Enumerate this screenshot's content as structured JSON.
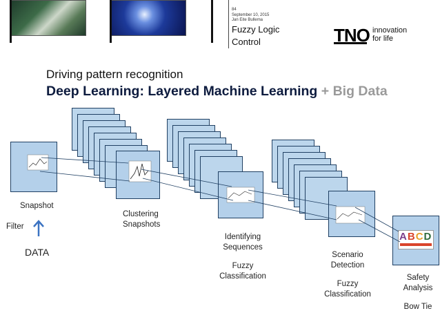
{
  "header": {
    "slide_number": "84",
    "date": "September 10, 2015",
    "author": "Jan Eite Bullema",
    "title_line1": "Fuzzy Logic",
    "title_line2": "Control"
  },
  "logo": {
    "brand": "TNO",
    "tagline_line1": "innovation",
    "tagline_line2": "for life"
  },
  "subtitle": "Driving pattern recognition",
  "title": {
    "main": "Deep Learning: Layered Machine Learning",
    "plus": "+",
    "extra": "Big Data"
  },
  "labels": {
    "snapshot": "Snapshot",
    "filter": "Filter",
    "data": "DATA",
    "clustering_1": "Clustering",
    "clustering_2": "Snapshots",
    "identifying_1": "Identifying",
    "identifying_2": "Sequences",
    "identifying_3": "Fuzzy",
    "identifying_4": "Classification",
    "scenario_1": "Scenario",
    "scenario_2": "Detection",
    "scenario_3": "Fuzzy",
    "scenario_4": "Classification",
    "safety_1": "Safety",
    "safety_2": "Analysis",
    "safety_3": "Bow Tie"
  },
  "abcd": [
    "A",
    "B",
    "C",
    "D"
  ],
  "colors": {
    "card_fill": "#bcd6ec",
    "card_border": "#1f3f62",
    "line": "#1f3f62",
    "arrow": "#3b73c2",
    "title_dark": "#0d1b3e",
    "title_grey": "#9a9a9a"
  }
}
